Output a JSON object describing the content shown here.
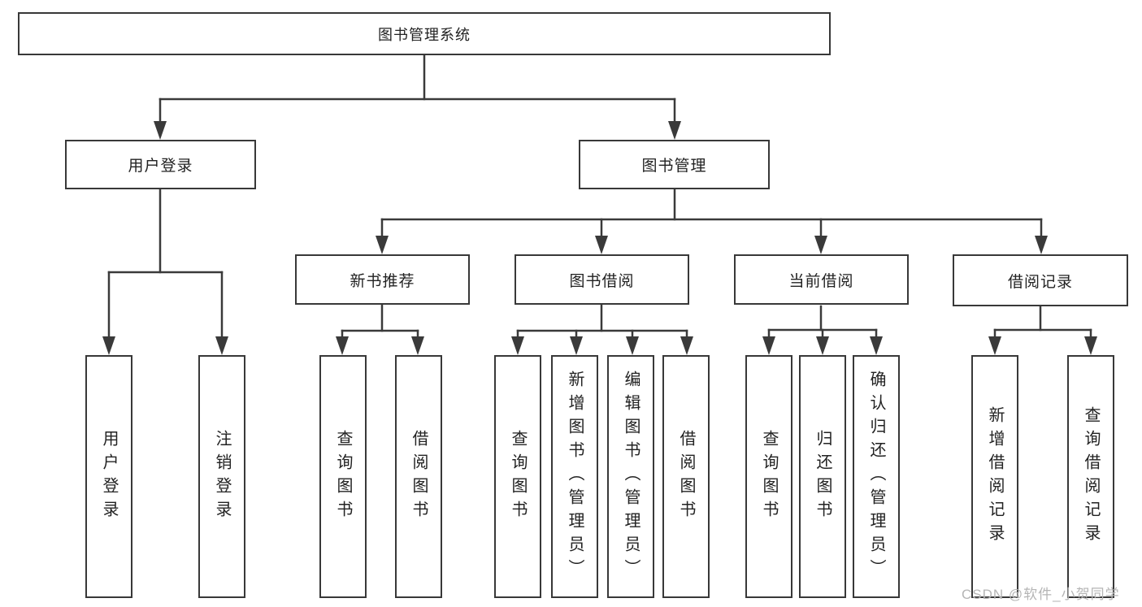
{
  "tree": {
    "root": "图书管理系统",
    "branches": [
      {
        "label": "用户登录",
        "leaves": [
          "用户登录",
          "注销登录"
        ]
      },
      {
        "label": "图书管理",
        "groups": [
          {
            "label": "新书推荐",
            "leaves": [
              "查询图书",
              "借阅图书"
            ]
          },
          {
            "label": "图书借阅",
            "leaves": [
              "查询图书",
              "新增图书（管理员）",
              "编辑图书（管理员）",
              "借阅图书"
            ]
          },
          {
            "label": "当前借阅",
            "leaves": [
              "查询图书",
              "归还图书",
              "确认归还（管理员）"
            ]
          },
          {
            "label": "借阅记录",
            "leaves": [
              "新增借阅记录",
              "查询借阅记录"
            ]
          }
        ]
      }
    ]
  },
  "colors": {
    "line": "#3a3a3a",
    "border": "#383838",
    "text": "#222222",
    "watermark": "#b5b5b5"
  },
  "watermark": "CSDN @软件_小贺同学"
}
